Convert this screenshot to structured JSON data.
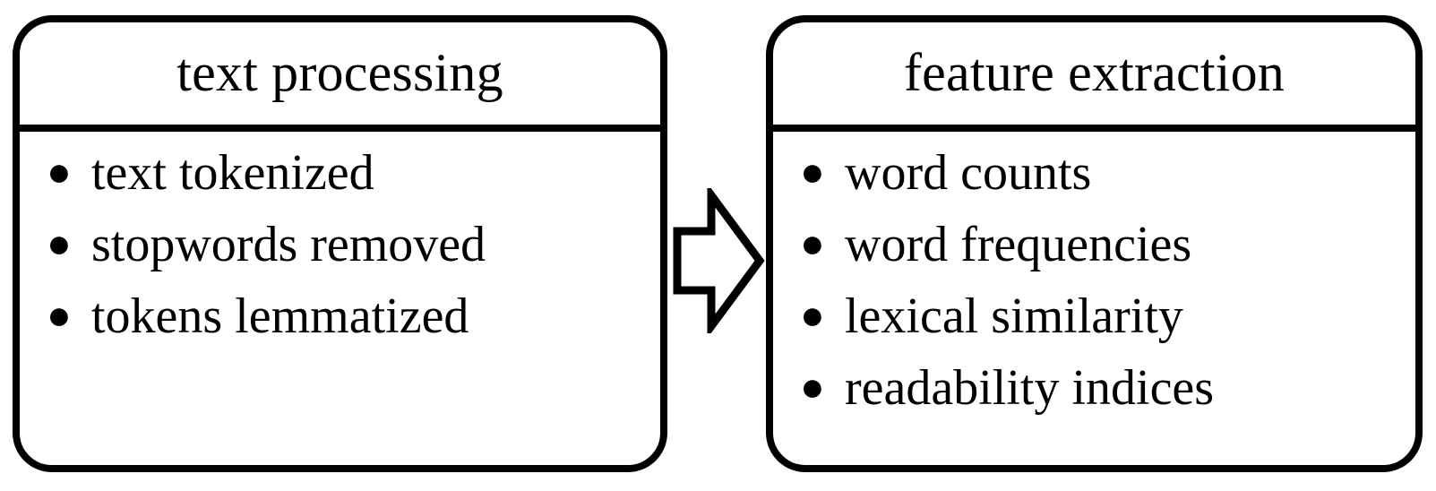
{
  "diagram": {
    "type": "flow",
    "orientation": "left-to-right",
    "background_color": "#ffffff",
    "stroke_color": "#000000",
    "nodes": [
      {
        "id": "text-processing",
        "title": "text processing",
        "bullet_glyph": "●",
        "items": [
          "text tokenized",
          "stopwords removed",
          "tokens lemmatized"
        ]
      },
      {
        "id": "feature-extraction",
        "title": "feature extraction",
        "bullet_glyph": "●",
        "items": [
          "word counts",
          "word frequencies",
          "lexical similarity",
          "readability indices"
        ]
      }
    ],
    "edges": [
      {
        "id": "edge-1",
        "from": "text-processing",
        "to": "feature-extraction",
        "style": "open-block-arrow",
        "direction": "right",
        "label": ""
      }
    ]
  }
}
